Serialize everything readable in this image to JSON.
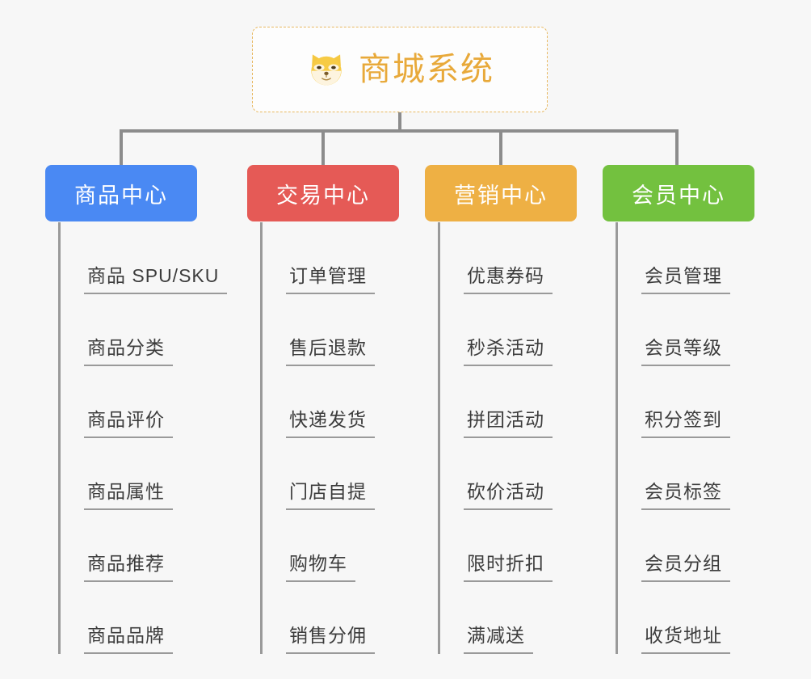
{
  "root": {
    "title": "商城系统",
    "icon": "shiba-dog-face-icon",
    "border_color": "#e8b860",
    "title_color": "#e8a93a",
    "background": "#fdfdfd"
  },
  "page": {
    "background": "#f7f7f7",
    "line_color": "#8c8c8c",
    "leaf_text_color": "#3c3c3c",
    "leaf_rule_color": "#9a9a9a"
  },
  "columns": [
    {
      "id": "product-center",
      "label": "商品中心",
      "color": "#4a89f3",
      "items": [
        "商品 SPU/SKU",
        "商品分类",
        "商品评价",
        "商品属性",
        "商品推荐",
        "商品品牌"
      ]
    },
    {
      "id": "trade-center",
      "label": "交易中心",
      "color": "#e55a56",
      "items": [
        "订单管理",
        "售后退款",
        "快递发货",
        "门店自提",
        "购物车",
        "销售分佣"
      ]
    },
    {
      "id": "marketing-center",
      "label": "营销中心",
      "color": "#eeb044",
      "items": [
        "优惠券码",
        "秒杀活动",
        "拼团活动",
        "砍价活动",
        "限时折扣",
        "满减送"
      ]
    },
    {
      "id": "member-center",
      "label": "会员中心",
      "color": "#73c13f",
      "items": [
        "会员管理",
        "会员等级",
        "积分签到",
        "会员标签",
        "会员分组",
        "收货地址"
      ]
    }
  ]
}
